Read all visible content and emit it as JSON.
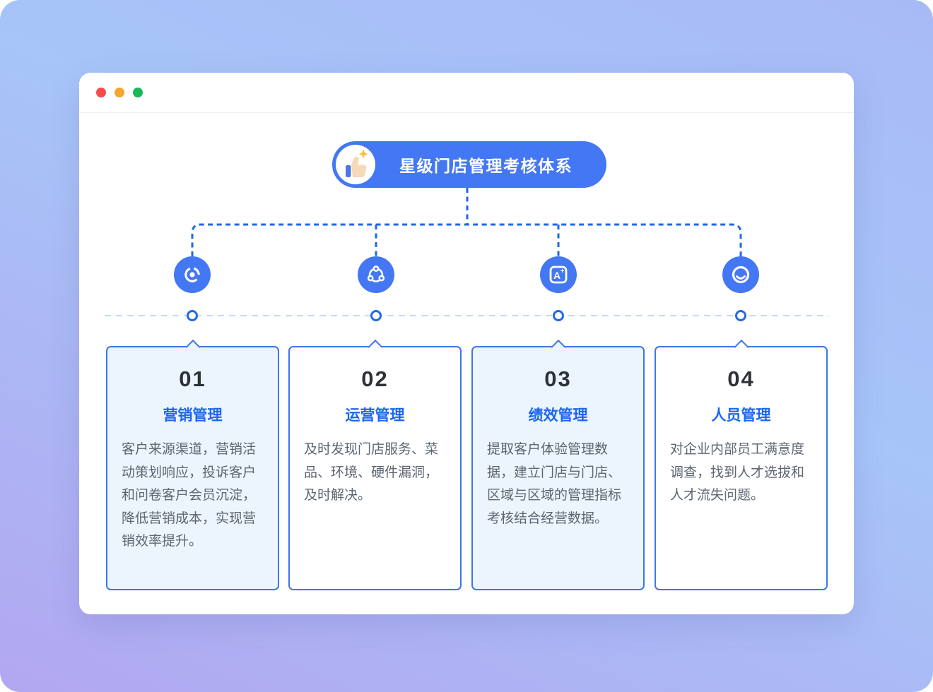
{
  "window": {
    "traffic_lights": [
      "red",
      "yellow",
      "green"
    ]
  },
  "header_pill": {
    "title": "星级门店管理考核体系",
    "icon": "thumbs-up-with-sparkle"
  },
  "branches": [
    {
      "number": "01",
      "title": "营销管理",
      "description": "客户来源渠道，营销活动策划响应，投诉客户和问卷客户会员沉淀，降低营销成本，实现营销效率提升。",
      "icon": "cycle-target-icon",
      "tinted": true
    },
    {
      "number": "02",
      "title": "运营管理",
      "description": "及时发现门店服务、菜品、环境、硬件漏洞，及时解决。",
      "icon": "share-nodes-icon",
      "tinted": false
    },
    {
      "number": "03",
      "title": "绩效管理",
      "description": "提取客户体验管理数据，建立门店与门店、区域与区域的管理指标考核结合经营数据。",
      "icon": "grade-a-plus-icon",
      "tinted": true
    },
    {
      "number": "04",
      "title": "人员管理",
      "description": "对企业内部员工满意度调查，找到人才选拔和人才流失问题。",
      "icon": "smile-icon",
      "tinted": false
    }
  ],
  "grade_icon_text": {
    "letter": "A",
    "plus": "+"
  },
  "colors": {
    "accent_blue": "#4377f3",
    "connector_blue": "#1f67ea",
    "light_dash_line": "#c7d8f3",
    "card_border": "#3d76e9",
    "card_tint_bg": "#ecf4fd",
    "card_title_blue": "#1b66ee",
    "card_number": "#2d3138",
    "body_text": "#5d6672",
    "background_gradient": [
      "#a8baf6",
      "#a7c5f8",
      "#b2a7f1"
    ],
    "traffic_red": "#f64b4b",
    "traffic_yellow": "#f3a72e",
    "traffic_green": "#17b75a"
  }
}
